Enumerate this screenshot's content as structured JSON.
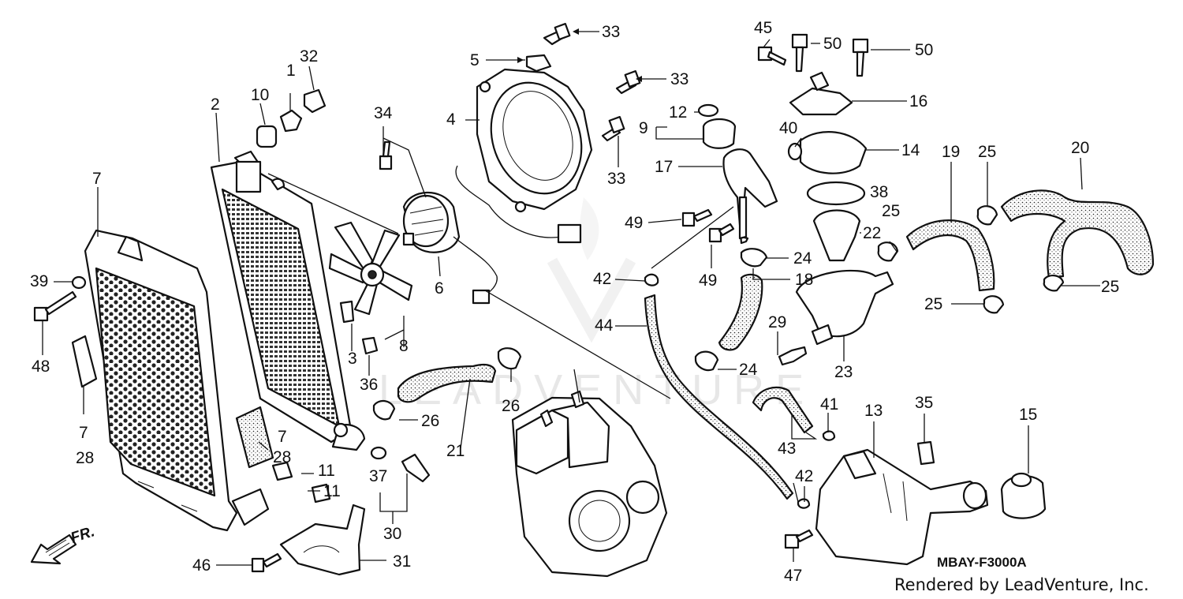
{
  "diagram": {
    "code": "MBAY-F3000A",
    "credit": "Rendered by LeadVenture, Inc.",
    "watermark": "LEADVENTURE",
    "direction_label": "FR.",
    "callouts": [
      {
        "id": "c1",
        "text": "1"
      },
      {
        "id": "c2",
        "text": "2"
      },
      {
        "id": "c3",
        "text": "3"
      },
      {
        "id": "c4",
        "text": "4"
      },
      {
        "id": "c5",
        "text": "5"
      },
      {
        "id": "c6",
        "text": "6"
      },
      {
        "id": "c7a",
        "text": "7"
      },
      {
        "id": "c7b",
        "text": "7"
      },
      {
        "id": "c7c",
        "text": "7"
      },
      {
        "id": "c8",
        "text": "8"
      },
      {
        "id": "c9",
        "text": "9"
      },
      {
        "id": "c10",
        "text": "10"
      },
      {
        "id": "c11a",
        "text": "11"
      },
      {
        "id": "c11b",
        "text": "11"
      },
      {
        "id": "c12",
        "text": "12"
      },
      {
        "id": "c13",
        "text": "13"
      },
      {
        "id": "c14",
        "text": "14"
      },
      {
        "id": "c15",
        "text": "15"
      },
      {
        "id": "c16",
        "text": "16"
      },
      {
        "id": "c17",
        "text": "17"
      },
      {
        "id": "c18",
        "text": "18"
      },
      {
        "id": "c19",
        "text": "19"
      },
      {
        "id": "c20",
        "text": "20"
      },
      {
        "id": "c21",
        "text": "21"
      },
      {
        "id": "c22",
        "text": "22"
      },
      {
        "id": "c23",
        "text": "23"
      },
      {
        "id": "c24a",
        "text": "24"
      },
      {
        "id": "c24b",
        "text": "24"
      },
      {
        "id": "c25a",
        "text": "25"
      },
      {
        "id": "c25b",
        "text": "25"
      },
      {
        "id": "c25c",
        "text": "25"
      },
      {
        "id": "c25d",
        "text": "25"
      },
      {
        "id": "c26a",
        "text": "26"
      },
      {
        "id": "c26b",
        "text": "26"
      },
      {
        "id": "c28a",
        "text": "28"
      },
      {
        "id": "c28b",
        "text": "28"
      },
      {
        "id": "c29",
        "text": "29"
      },
      {
        "id": "c30",
        "text": "30"
      },
      {
        "id": "c31",
        "text": "31"
      },
      {
        "id": "c32",
        "text": "32"
      },
      {
        "id": "c33a",
        "text": "33"
      },
      {
        "id": "c33b",
        "text": "33"
      },
      {
        "id": "c33c",
        "text": "33"
      },
      {
        "id": "c34",
        "text": "34"
      },
      {
        "id": "c35",
        "text": "35"
      },
      {
        "id": "c36",
        "text": "36"
      },
      {
        "id": "c37",
        "text": "37"
      },
      {
        "id": "c38",
        "text": "38"
      },
      {
        "id": "c39",
        "text": "39"
      },
      {
        "id": "c40",
        "text": "40"
      },
      {
        "id": "c41",
        "text": "41"
      },
      {
        "id": "c42a",
        "text": "42"
      },
      {
        "id": "c42b",
        "text": "42"
      },
      {
        "id": "c43",
        "text": "43"
      },
      {
        "id": "c44",
        "text": "44"
      },
      {
        "id": "c45",
        "text": "45"
      },
      {
        "id": "c46",
        "text": "46"
      },
      {
        "id": "c47",
        "text": "47"
      },
      {
        "id": "c48",
        "text": "48"
      },
      {
        "id": "c49a",
        "text": "49"
      },
      {
        "id": "c49b",
        "text": "49"
      },
      {
        "id": "c50a",
        "text": "50"
      },
      {
        "id": "c50b",
        "text": "50"
      }
    ]
  }
}
